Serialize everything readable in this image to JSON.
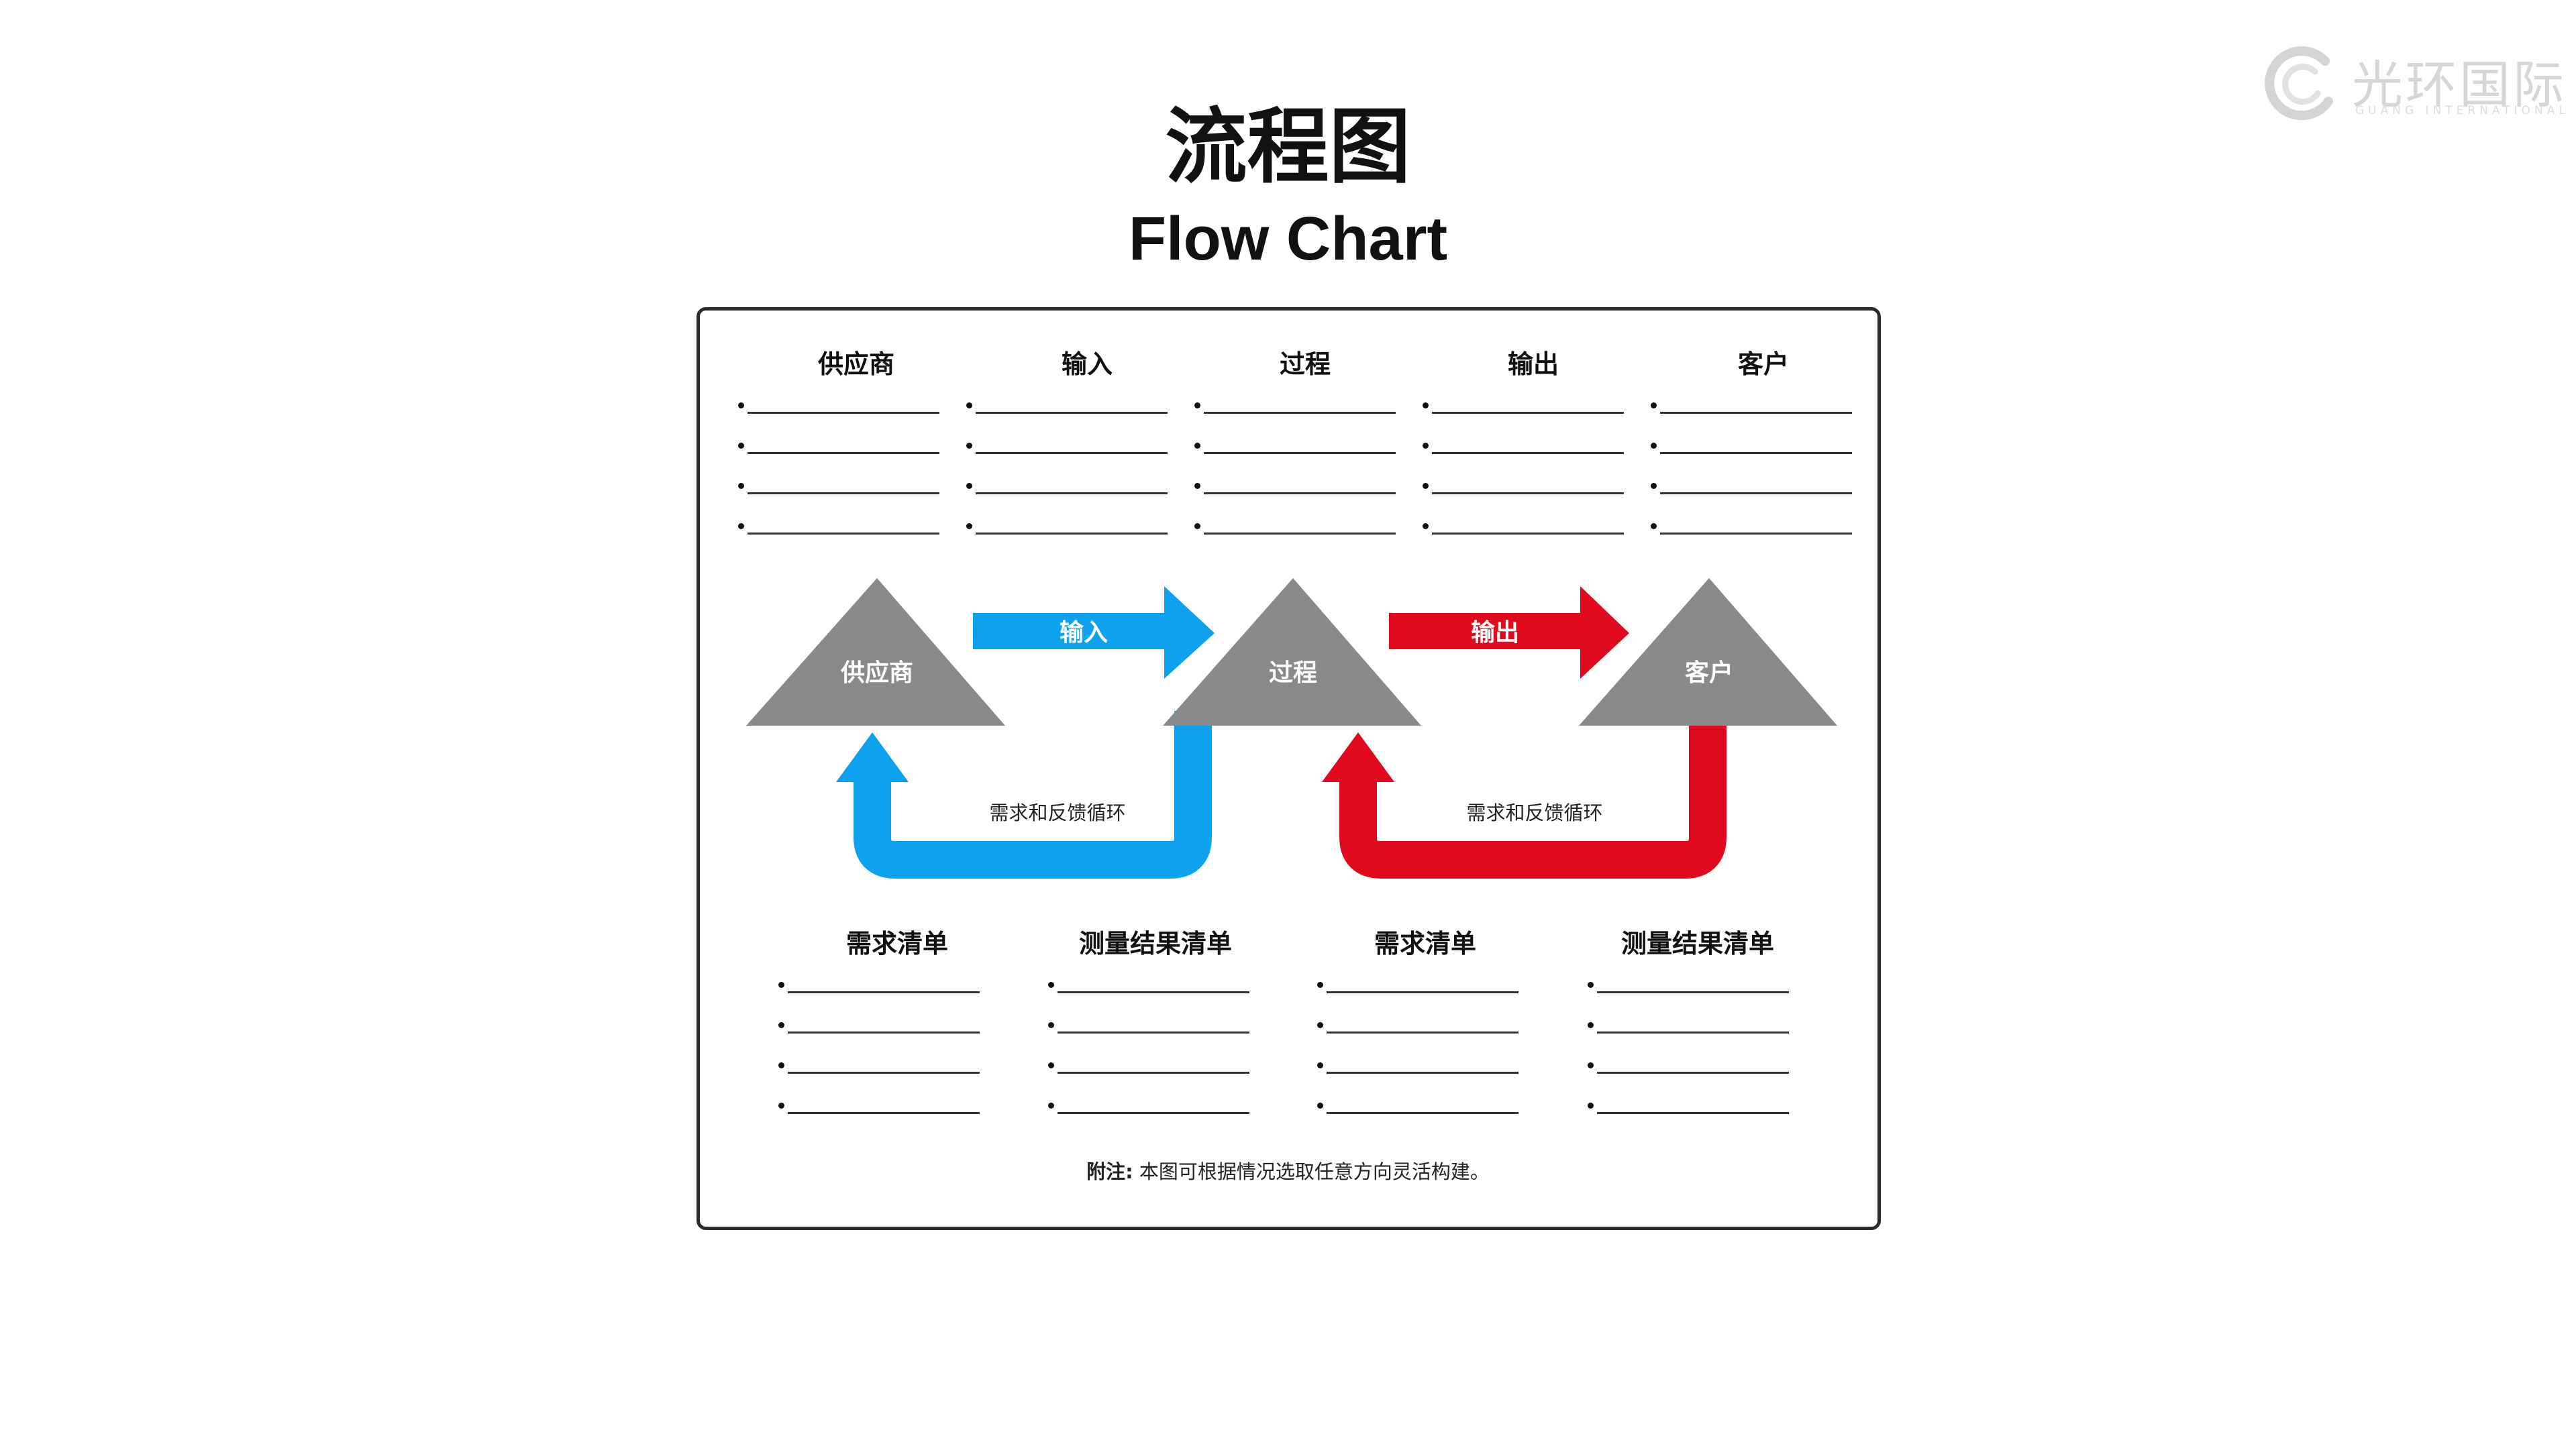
{
  "logo": {
    "name": "光环国际",
    "subtitle": "GUANG INTERNATIONAL"
  },
  "title": {
    "zh": "流程图",
    "en": "Flow Chart"
  },
  "columns": [
    {
      "title": "供应商",
      "items": [
        "",
        "",
        "",
        ""
      ]
    },
    {
      "title": "输入",
      "items": [
        "",
        "",
        "",
        ""
      ]
    },
    {
      "title": "过程",
      "items": [
        "",
        "",
        "",
        ""
      ]
    },
    {
      "title": "输出",
      "items": [
        "",
        "",
        "",
        ""
      ]
    },
    {
      "title": "客户",
      "items": [
        "",
        "",
        "",
        ""
      ]
    }
  ],
  "flow": {
    "supplier": "供应商",
    "process": "过程",
    "customer": "客户",
    "input_arrow": "输入",
    "output_arrow": "输出",
    "feedback_left": "需求和反馈循环",
    "feedback_right": "需求和反馈循环",
    "colors": {
      "blue": "#0ea2ee",
      "red": "#e0091e",
      "triangle": "#8a8a8a"
    }
  },
  "lists": [
    {
      "title": "需求清单",
      "items": [
        "",
        "",
        "",
        ""
      ]
    },
    {
      "title": "测量结果清单",
      "items": [
        "",
        "",
        "",
        ""
      ]
    },
    {
      "title": "需求清单",
      "items": [
        "",
        "",
        "",
        ""
      ]
    },
    {
      "title": "测量结果清单",
      "items": [
        "",
        "",
        "",
        ""
      ]
    }
  ],
  "note": {
    "label": "附注:",
    "text": "本图可根据情况选取任意方向灵活构建。"
  }
}
